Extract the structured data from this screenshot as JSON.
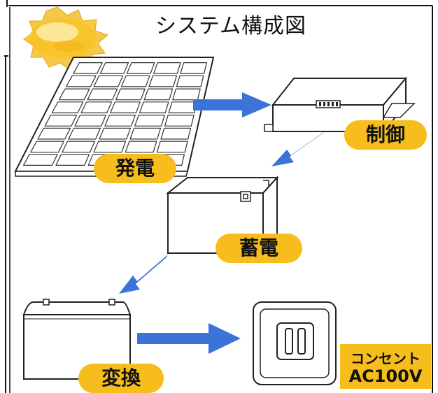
{
  "title": "システム構成図",
  "stages": {
    "generation": "発電",
    "control": "制御",
    "storage": "蓄電",
    "conversion": "変換"
  },
  "outlet": {
    "line1": "コンセント",
    "line2": "AC100V"
  },
  "colors": {
    "pill": "#f7bd1d",
    "arrow": "#3b73d9",
    "sun": "#f7c52a"
  }
}
